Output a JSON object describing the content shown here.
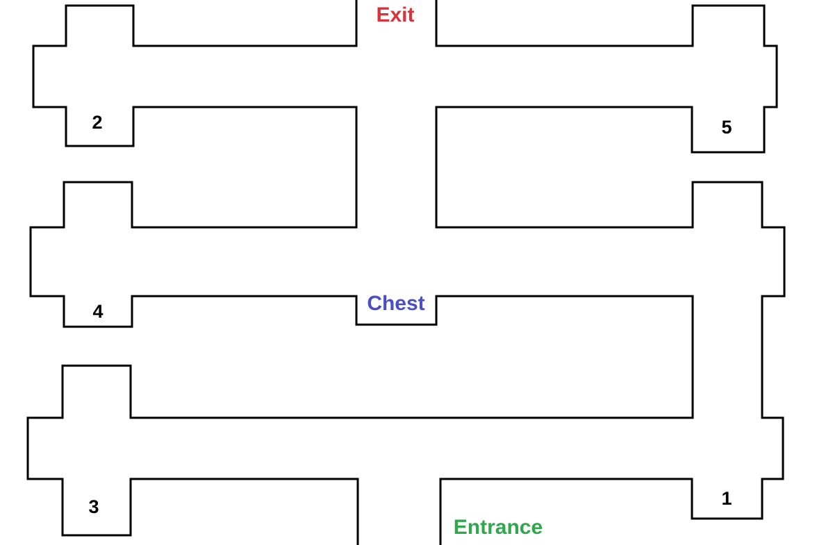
{
  "labels": {
    "exit": "Exit",
    "chest": "Chest",
    "entrance": "Entrance"
  },
  "rooms": {
    "r1": "1",
    "r2": "2",
    "r3": "3",
    "r4": "4",
    "r5": "5"
  },
  "colors": {
    "wall": "#000000",
    "exit": "#d9323a",
    "chest": "#4a4fc4",
    "entrance": "#2ea84a",
    "room_number": "#000000",
    "background": "#ffffff"
  }
}
